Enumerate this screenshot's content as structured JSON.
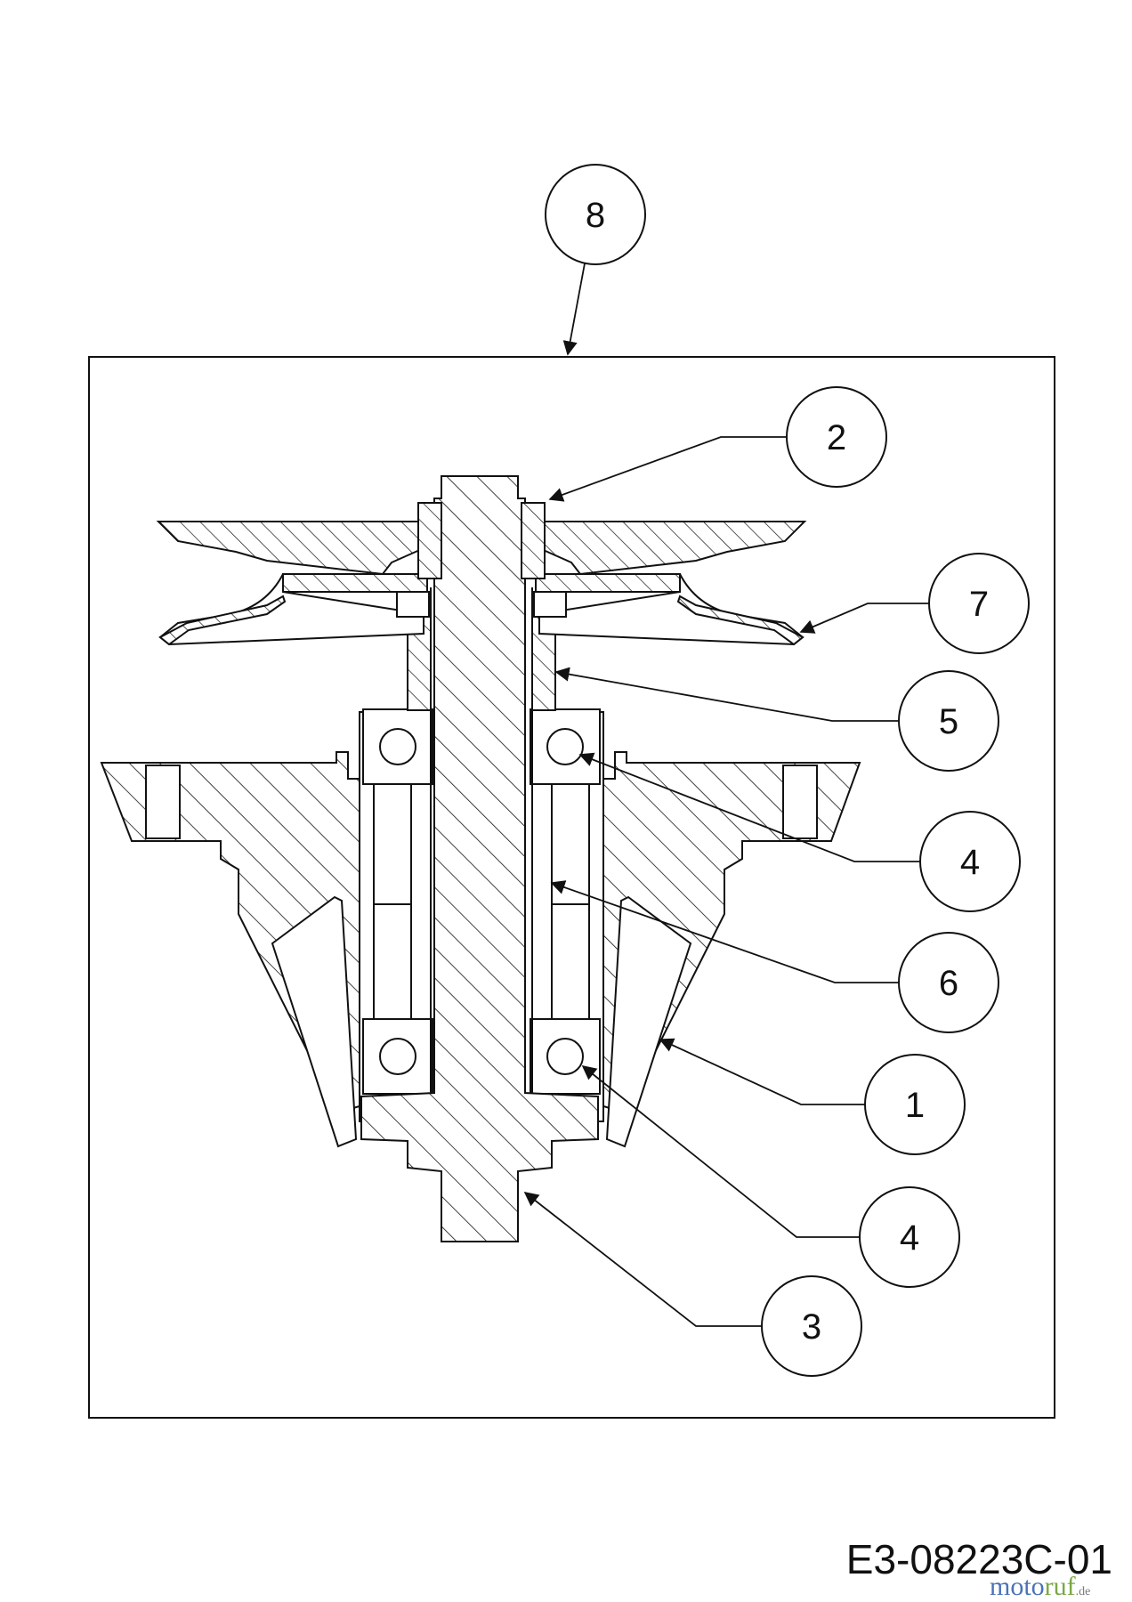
{
  "callouts": [
    {
      "id": "8",
      "label": "8"
    },
    {
      "id": "2",
      "label": "2"
    },
    {
      "id": "7",
      "label": "7"
    },
    {
      "id": "5",
      "label": "5"
    },
    {
      "id": "4a",
      "label": "4"
    },
    {
      "id": "6",
      "label": "6"
    },
    {
      "id": "1",
      "label": "1"
    },
    {
      "id": "4b",
      "label": "4"
    },
    {
      "id": "3",
      "label": "3"
    }
  ],
  "drawing_code": "E3-08223C-01",
  "watermark": {
    "part1": "moto",
    "part2": "ruf",
    "suffix": ".de"
  },
  "colors": {
    "line": "#111111",
    "background": "#ffffff"
  }
}
